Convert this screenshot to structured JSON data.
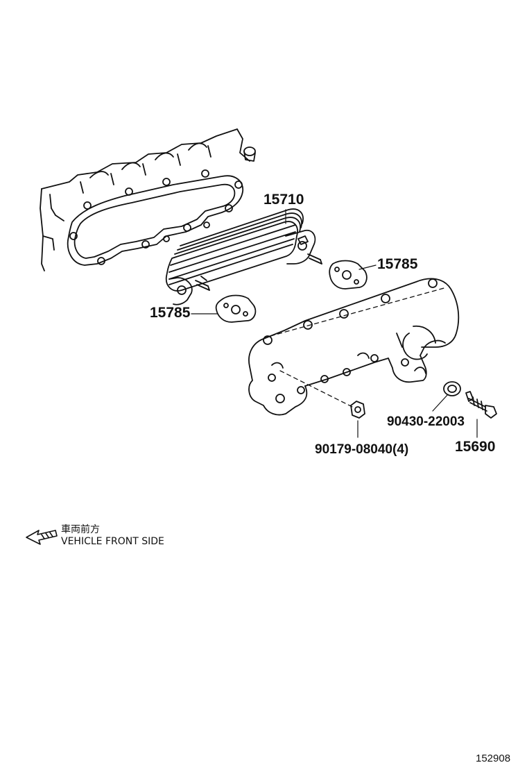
{
  "callouts": {
    "oil_cooler": "15710",
    "gasket_right": "15785",
    "gasket_left": "15785",
    "gasket_washer": "90430-22003",
    "nut": "90179-08040(4)",
    "plug": "15690"
  },
  "legend": {
    "japanese": "車両前方",
    "english": "VEHICLE FRONT SIDE"
  },
  "illustration_number": "152908"
}
